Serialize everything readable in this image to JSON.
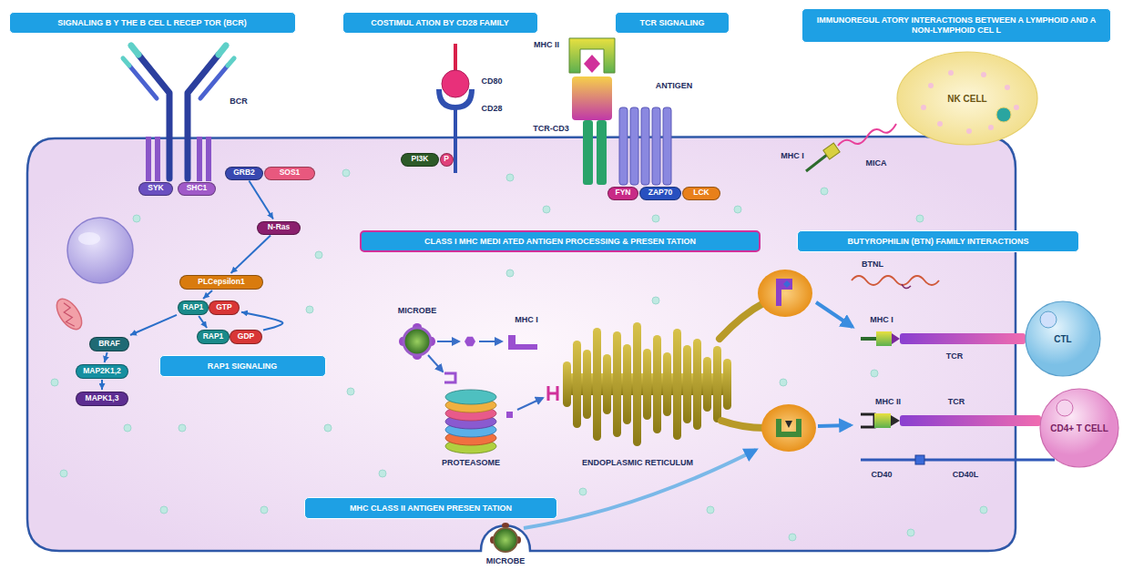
{
  "diagram": {
    "nodes": [
      {
        "text": [
          "SIGNALING B Y THE B CEL L RECEP TOR (BCR)"
        ]
      },
      {
        "text": [
          "COSTIMUL ATION BY CD28 FAMILY"
        ]
      },
      {
        "text": [
          "TCR SIGNALING"
        ]
      },
      {
        "text": [
          "IMMUNOREGUL ATORY INTERACTIONS BETWEEN A LYMPHOID AND A NON-LYMPHOID CEL L"
        ]
      },
      {
        "text": [
          "NK CELL"
        ]
      },
      {
        "text": [
          "SYK"
        ]
      },
      {
        "text": [
          "SHC1"
        ]
      },
      {
        "text": [
          "GRB2"
        ]
      },
      {
        "text": [
          "SOS1"
        ]
      },
      {
        "text": [
          "PI3K"
        ]
      },
      {
        "text": [
          "P"
        ]
      },
      {
        "text": [
          "FYN"
        ]
      },
      {
        "text": [
          "ZAP70"
        ]
      },
      {
        "text": [
          "LCK"
        ]
      },
      {
        "text": [
          "N-Ras"
        ]
      },
      {
        "text": [
          "CLASS I MHC MEDI ATED ANTIGEN PROCESSING & PRESEN TATION"
        ]
      },
      {
        "text": [
          "BUTYROPHILIN (BTN) FAMILY INTERACTIONS"
        ]
      },
      {
        "text": [
          "PLCepsilon1"
        ]
      },
      {
        "text": [
          "RAP1"
        ]
      },
      {
        "text": [
          "GTP"
        ]
      },
      {
        "text": [
          "RAP1"
        ]
      },
      {
        "text": [
          "GDP"
        ]
      },
      {
        "text": [
          "CTL"
        ]
      },
      {
        "text": [
          "BRAF"
        ]
      },
      {
        "text": [
          "RAP1 SIGNALING"
        ]
      },
      {
        "text": [
          "MAP2K1,2"
        ]
      },
      {
        "text": [
          "CD4+ T CELL"
        ]
      },
      {
        "text": [
          "MAPK1,3"
        ]
      },
      {
        "text": [
          "MHC CLASS II ANTIGEN PRESEN TATION"
        ]
      }
    ],
    "edges": [
      {
        "from": 7,
        "to": 14,
        "arrow": "to"
      },
      {
        "from": 14,
        "to": 17,
        "arrow": "to"
      },
      {
        "from": 17,
        "to": 18,
        "arrow": "to"
      },
      {
        "from": 18,
        "to": 23,
        "arrow": "to"
      },
      {
        "from": 18,
        "to": 20,
        "arrow": "to"
      },
      {
        "from": 21,
        "to": 19,
        "arrow": "to"
      },
      {
        "from": 23,
        "to": 25,
        "arrow": "to"
      },
      {
        "from": 25,
        "to": 27,
        "arrow": "to"
      }
    ],
    "labels": [
      "BCR",
      "MHC II",
      "CD80",
      "ANTIGEN",
      "CD28",
      "TCR-CD3",
      "MHC I",
      "MICA",
      "BTNL",
      "MICROBE",
      "MHC I",
      "MHC I",
      "TCR",
      "MHC II",
      "TCR",
      "PROTEASOME",
      "ENDOPLASMIC RETICULUM",
      "CD40",
      "CD40L",
      "MICROBE"
    ]
  }
}
